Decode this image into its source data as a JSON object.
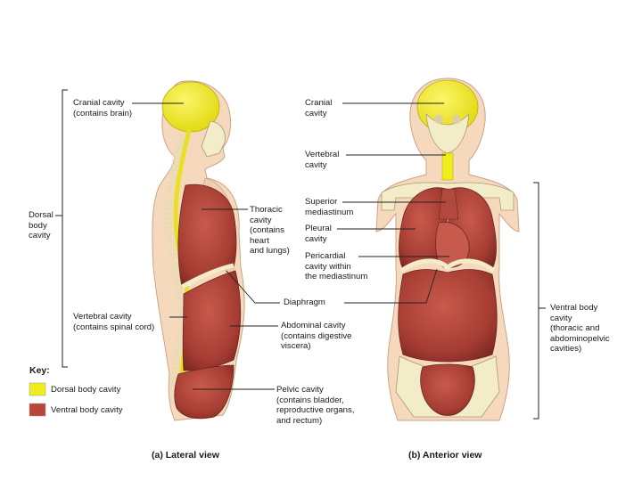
{
  "colors": {
    "dorsal": "#f1ec1c",
    "ventral": "#b8453a",
    "skin": "#f6d9bd",
    "bone": "#f3ecc8",
    "leader": "#222222"
  },
  "lateral": {
    "caption": "(a)  Lateral view",
    "cranial": [
      "Cranial cavity",
      "(contains brain)"
    ],
    "dorsal": [
      "Dorsal",
      "body",
      "cavity"
    ],
    "thoracic": [
      "Thoracic",
      "cavity",
      "(contains",
      "heart",
      "and lungs)"
    ],
    "vertebral": [
      "Vertebral cavity",
      "(contains spinal cord)"
    ],
    "abdominal": [
      "Abdominal cavity",
      "(contains digestive",
      "viscera)"
    ],
    "pelvic": [
      "Pelvic cavity",
      "(contains bladder,",
      "reproductive organs,",
      "and rectum)"
    ],
    "diaphragm": "Diaphragm"
  },
  "anterior": {
    "caption": "(b)  Anterior view",
    "cranial": [
      "Cranial",
      "cavity"
    ],
    "vertebral": [
      "Vertebral",
      "cavity"
    ],
    "superior": [
      "Superior",
      "mediastinum"
    ],
    "pleural": [
      "Pleural",
      "cavity"
    ],
    "pericardial": [
      "Pericardial",
      "cavity within",
      "the mediastinum"
    ],
    "ventral": [
      "Ventral body",
      "cavity",
      "(thoracic and",
      "abdominopelvic",
      "cavities)"
    ]
  },
  "key": {
    "title": "Key:",
    "dorsal_label": "Dorsal body cavity",
    "ventral_label": "Ventral body cavity"
  }
}
